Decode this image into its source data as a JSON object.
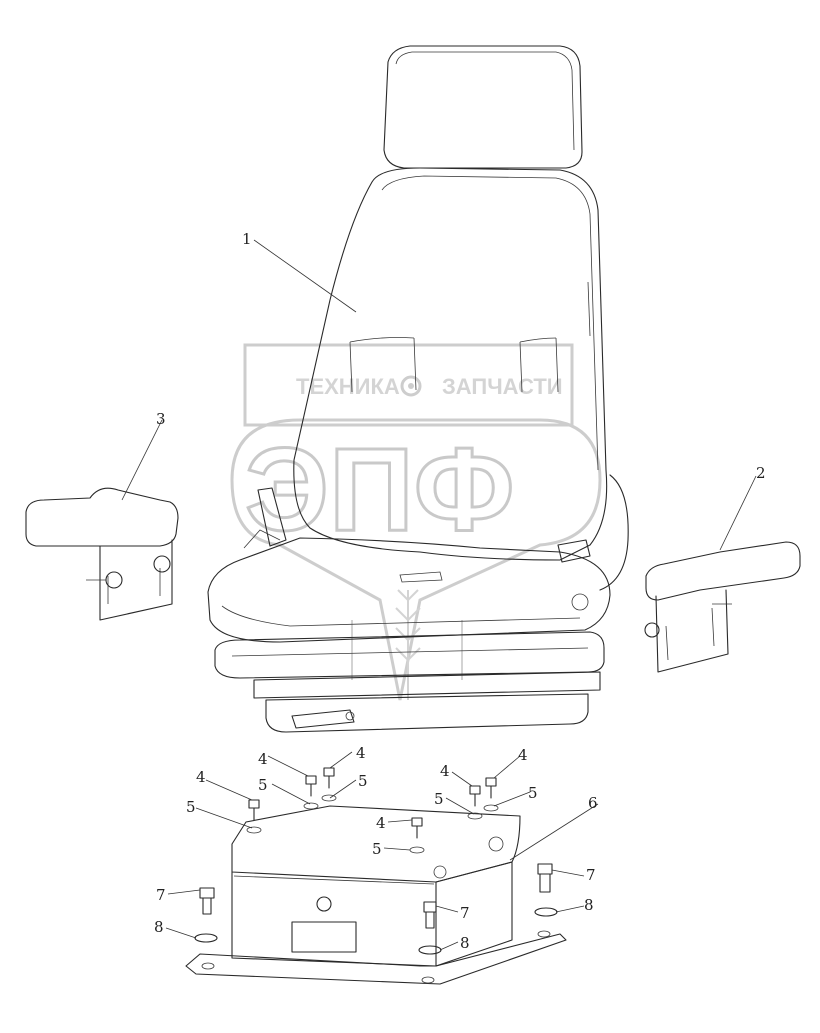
{
  "diagram": {
    "callouts": [
      {
        "id": "c1",
        "label": "1",
        "x": 0,
        "y": 0
      },
      {
        "id": "c2",
        "label": "2"
      },
      {
        "id": "c3",
        "label": "3"
      },
      {
        "id": "c6",
        "label": "6"
      }
    ],
    "bolt_labels": [
      "4",
      "5",
      "7",
      "8"
    ]
  },
  "watermark": {
    "left_word": "ТЕХНИКА",
    "right_word": "ЗАПЧАСТИ",
    "logo_letters": "ЭПФ"
  }
}
